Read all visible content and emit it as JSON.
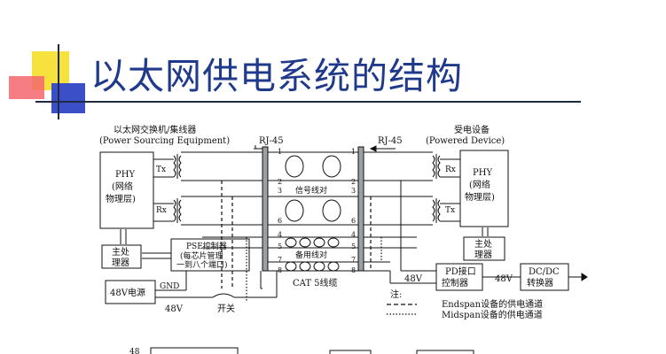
{
  "slide": {
    "title": "以太网供电系统的结构"
  },
  "diagram": {
    "pse_title": "以太网交换机/集线器",
    "pse_subtitle": "(Power Sourcing Equipment)",
    "pd_title": "受电设备",
    "pd_subtitle": "(Powered Device)",
    "rj45_left": "RJ-45",
    "rj45_right": "RJ-45",
    "phy_left": [
      "PHY",
      "(网络",
      "物理层)"
    ],
    "phy_right": [
      "PHY",
      "(网络",
      "物理层)"
    ],
    "tx_left": "Tx",
    "rx_left": "Rx",
    "rx_right": "Rx",
    "tx_right": "Tx",
    "pins_left": [
      "1",
      "2",
      "3",
      "6",
      "4",
      "5",
      "7",
      "8"
    ],
    "pins_right": [
      "1",
      "2",
      "3",
      "6",
      "4",
      "5",
      "7",
      "8"
    ],
    "signal_pair_label": "信号线对",
    "spare_pair_label": "备用线对",
    "cable_label": "CAT 5线缆",
    "host_left": [
      "主处",
      "理器"
    ],
    "host_right": [
      "主处",
      "理器"
    ],
    "pse_controller": [
      "PSE控制器",
      "(每芯片管理",
      "一到八个端口)"
    ],
    "power_48v_box": "48V电源",
    "gnd_label": "GND",
    "v48_left": "48V",
    "switch_label": "开关",
    "pd_controller": [
      "PD接口",
      "控制器"
    ],
    "v48_right_top": "48V",
    "v48_right": "48V",
    "dcdc": [
      "DC/DC",
      "转换器"
    ],
    "legend_title": "注:",
    "legend_endspan": "Endspan设备的供电通道",
    "legend_midspan": "Midspan设备的供电通道",
    "bottom_cut_number": "48"
  }
}
